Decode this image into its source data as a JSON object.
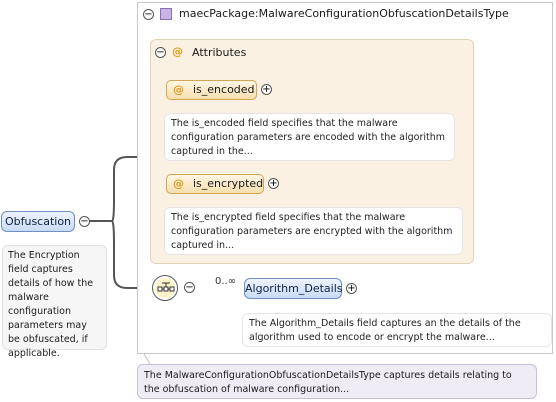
{
  "root_element": {
    "label": "Obfuscation",
    "doc": "The Encryption field captures details of how the malware configuration parameters may be obfuscated, if applicable."
  },
  "type": {
    "title": "maecPackage:MalwareConfigurationObfuscationDetailsType",
    "doc": "The MalwareConfigurationObfuscationDetailsType captures details relating to the obfuscation of malware configuration..."
  },
  "attributes": {
    "title": "Attributes",
    "items": [
      {
        "name": "is_encoded",
        "doc": "The is_encoded field specifies that the malware configuration parameters are encoded with the algorithm captured in the..."
      },
      {
        "name": "is_encrypted",
        "doc": "The is_encrypted field specifies that the malware configuration parameters are encrypted with the algorithm captured in..."
      }
    ]
  },
  "sequence": {
    "cardinality": "0..∞",
    "element": {
      "label": "Algorithm_Details",
      "doc": "The Algorithm_Details field captures an the details of the algorithm used to encode or encrypt the malware..."
    }
  },
  "symbols": {
    "minus": "−",
    "plus": "+",
    "at": "@"
  },
  "colors": {
    "attribute_panel": "#fbf1e3",
    "element_pill": "#c9dbf5",
    "type_doc": "#f0ecf6",
    "connector": "#555555"
  },
  "icons": [
    "type-square-icon",
    "at-icon",
    "sequence-icon",
    "collapse-icon",
    "expand-icon"
  ]
}
